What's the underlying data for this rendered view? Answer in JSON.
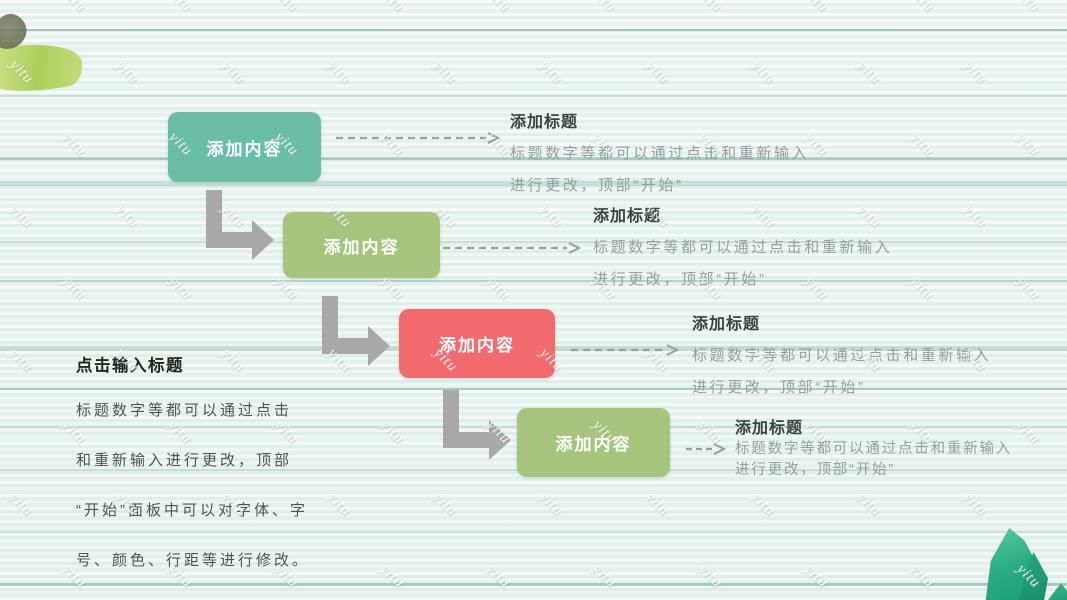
{
  "slide": {
    "watermark_text": "yitu",
    "left_panel": {
      "title": "点击输入标题",
      "lines": [
        "标题数字等都可以通过点击",
        "和重新输入进行更改，顶部",
        "“开始”面板中可以对字体、字",
        "号、颜色、行距等进行修改。"
      ]
    },
    "steps": [
      {
        "box_label": "添加内容",
        "box_color": "#69BEA5",
        "title": "添加标题",
        "line1": "标题数字等都可以通过点击和重新输入",
        "line2": "进行更改，顶部“开始”"
      },
      {
        "box_label": "添加内容",
        "box_color": "#A7C47D",
        "title": "添加标题",
        "line1": "标题数字等都可以通过点击和重新输入",
        "line2": "进行更改，顶部“开始”"
      },
      {
        "box_label": "添加内容",
        "box_color": "#F36A6E",
        "title": "添加标题",
        "line1": "标题数字等都可以通过点击和重新输入",
        "line2": "进行更改，顶部“开始”"
      },
      {
        "box_label": "添加内容",
        "box_color": "#A7C47D",
        "title": "添加标题",
        "line1": "标题数字等都可以通过点击和重新输入",
        "line2": "进行更改，顶部“开始”"
      }
    ],
    "colors": {
      "arrow_gray": "#A8A8A8",
      "connector_gray": "#94A09D",
      "teal_box": "#69BEA5",
      "green_box": "#A7C47D",
      "red_box": "#F36A6E"
    }
  }
}
